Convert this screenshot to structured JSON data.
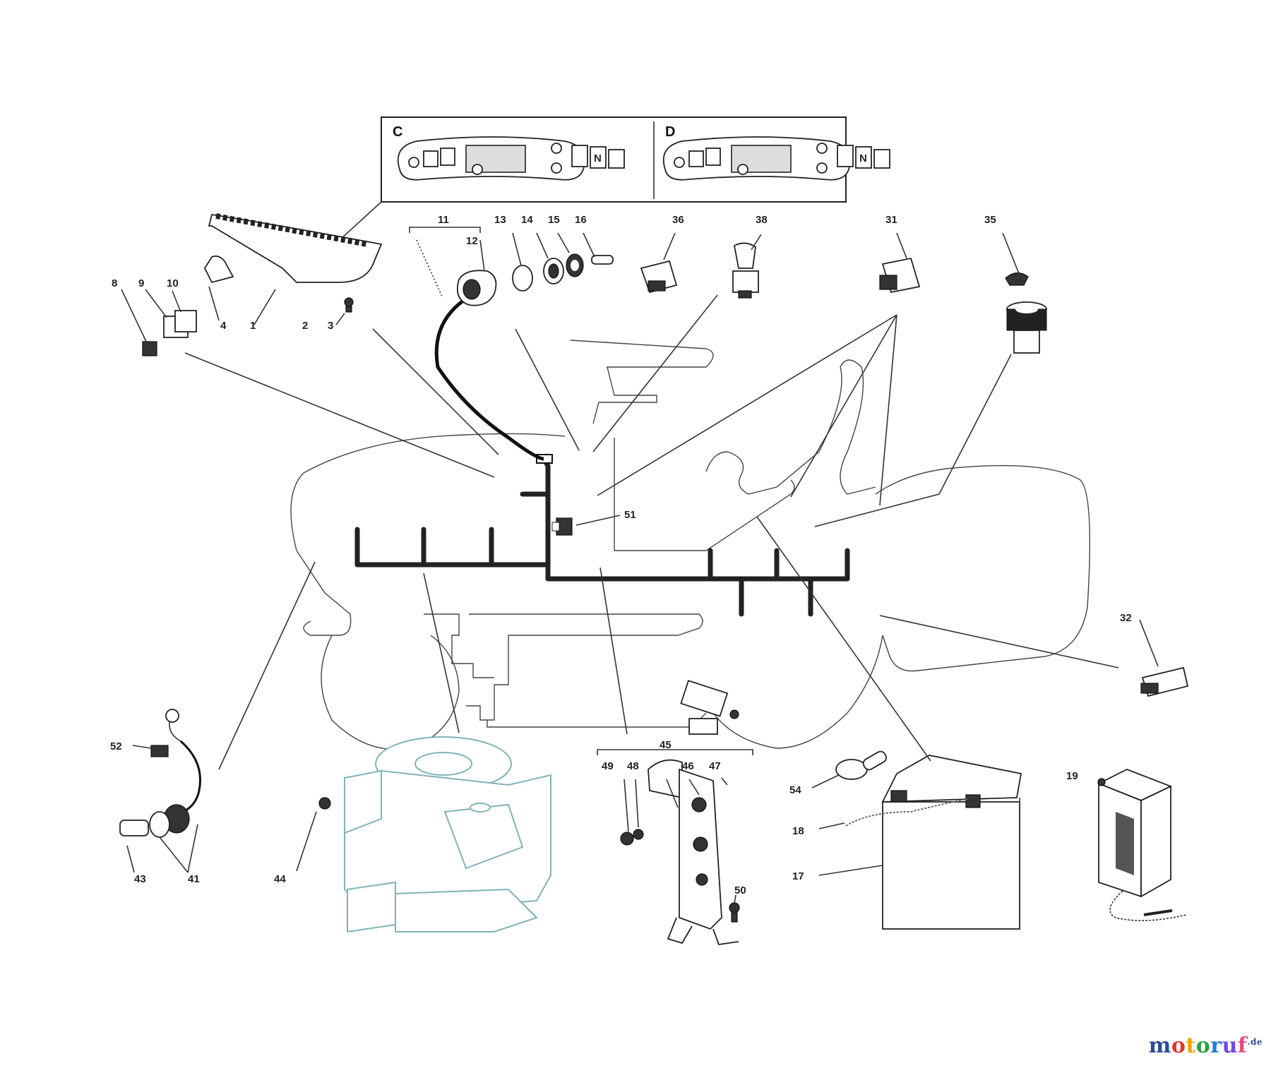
{
  "panels": {
    "left_letter": "C",
    "right_letter": "D",
    "n_label": "N"
  },
  "labels": {
    "l1": "1",
    "l2": "2",
    "l3": "3",
    "l4": "4",
    "l8": "8",
    "l9": "9",
    "l10": "10",
    "l11": "11",
    "l12": "12",
    "l13": "13",
    "l14": "14",
    "l15": "15",
    "l16": "16",
    "l17": "17",
    "l18": "18",
    "l19": "19",
    "l31": "31",
    "l32": "32",
    "l35": "35",
    "l36": "36",
    "l38": "38",
    "l41": "41",
    "l43": "43",
    "l44": "44",
    "l45": "45",
    "l46": "46",
    "l47": "47",
    "l48": "48",
    "l49": "49",
    "l50": "50",
    "l51": "51",
    "l52": "52",
    "l54": "54"
  },
  "logo": {
    "m": "m",
    "o": "o",
    "t": "t",
    "o2": "o",
    "r": "r",
    "u": "u",
    "f": "f",
    "de": ".de"
  }
}
